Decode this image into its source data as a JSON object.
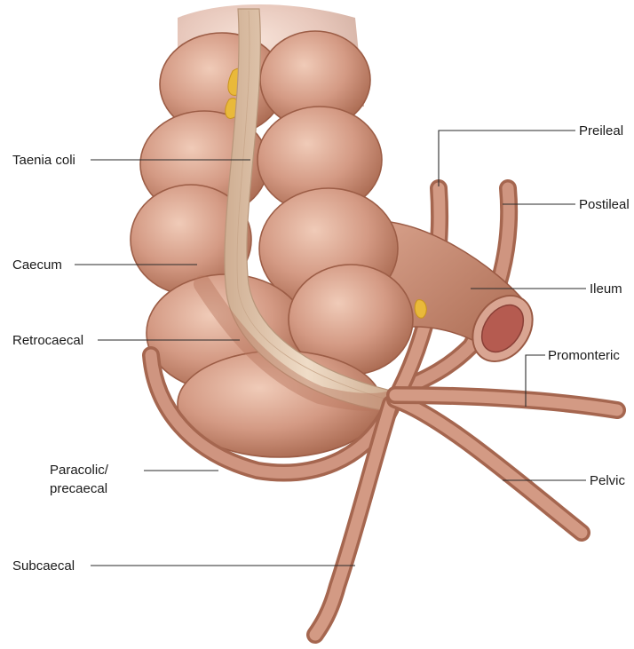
{
  "labels": {
    "taenia_coli": "Taenia coli",
    "caecum": "Caecum",
    "retrocaecal": "Retrocaecal",
    "paracolic_line1": "Paracolic/",
    "paracolic_line2": "precaecal",
    "subcaecal": "Subcaecal",
    "preileal": "Preileal",
    "postileal": "Postileal",
    "ileum": "Ileum",
    "promonteric": "Promonteric",
    "pelvic": "Pelvic"
  },
  "colors": {
    "tissue_base": "#c98d78",
    "tissue_light": "#e9bea9",
    "tissue_dark": "#a5664f",
    "taenia": "#e3c9ae",
    "fat": "#e9b93a",
    "ileum_lumen": "#b55b50"
  }
}
